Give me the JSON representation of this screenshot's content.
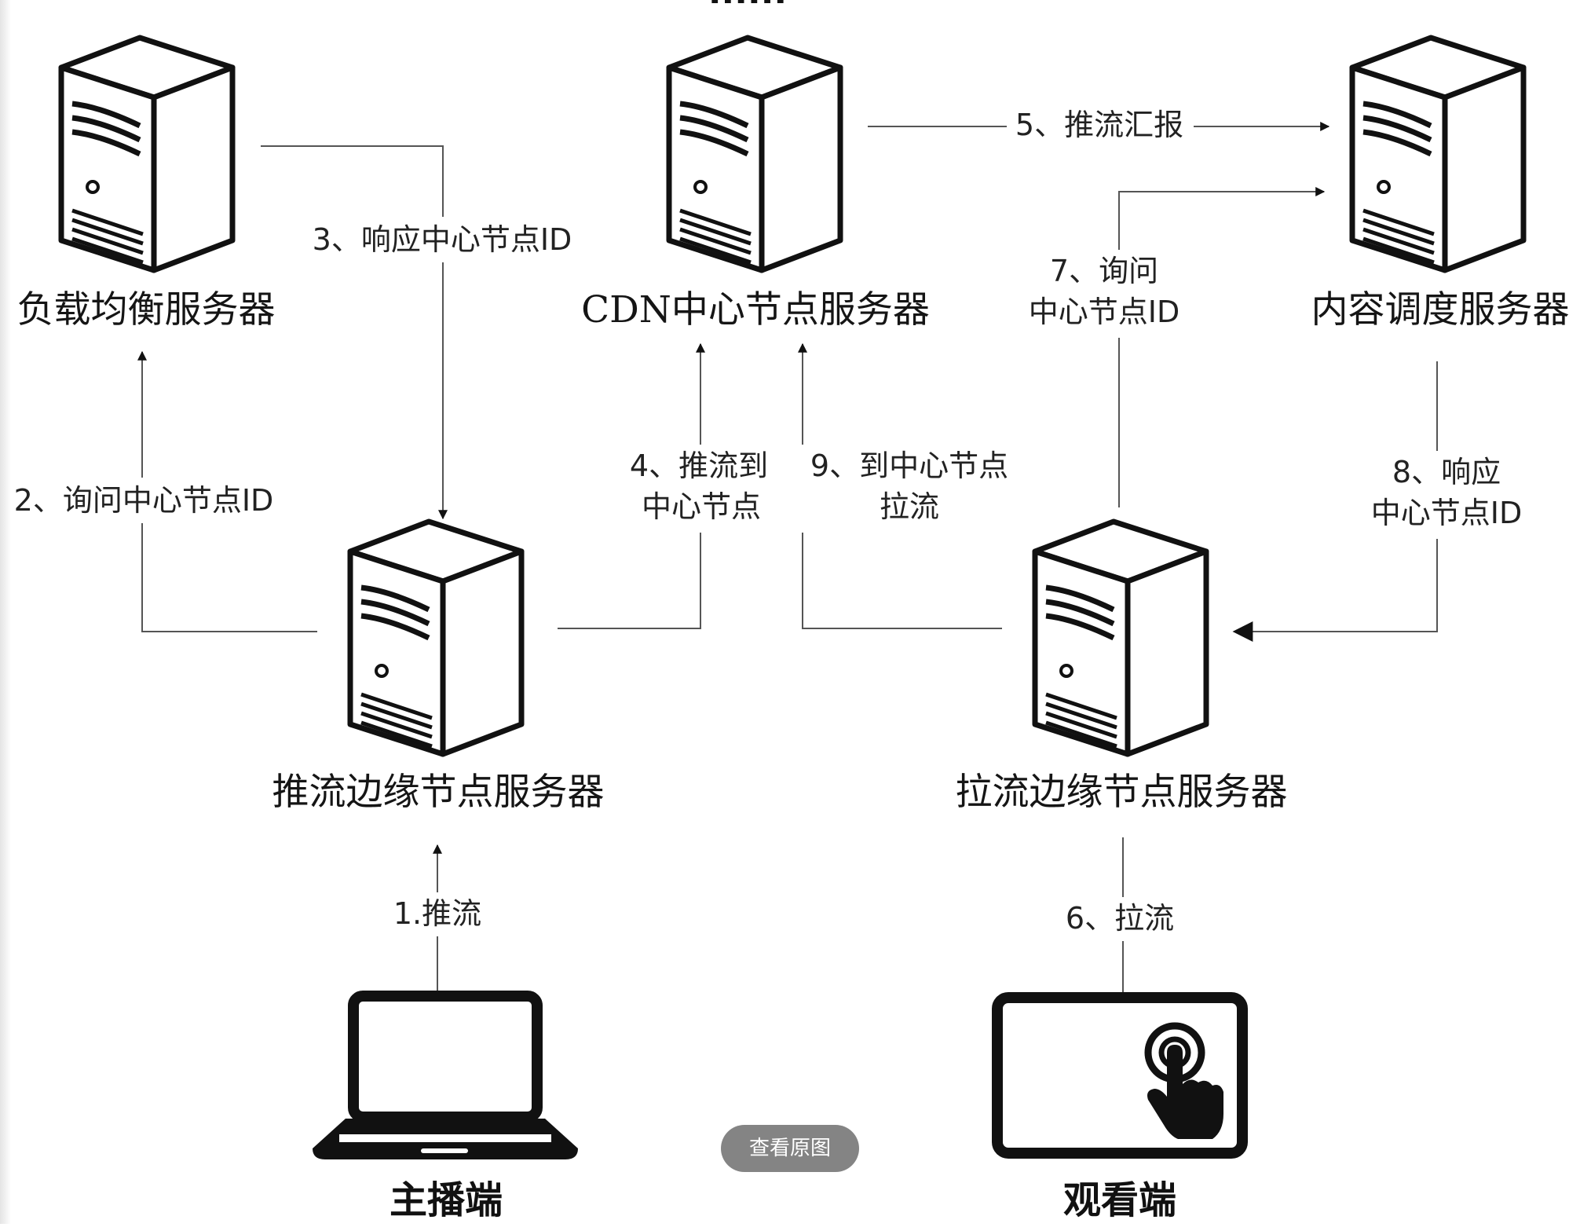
{
  "top_ellipsis": "......",
  "servers": {
    "load_balancer": "负载均衡服务器",
    "cdn_center": "CDN中心节点服务器",
    "content_scheduler": "内容调度服务器",
    "push_edge": "推流边缘节点服务器",
    "pull_edge": "拉流边缘节点服务器"
  },
  "devices": {
    "broadcaster": "主播端",
    "viewer": "观看端"
  },
  "steps": {
    "s1": "1.推流",
    "s2": "2、询问中心节点ID",
    "s3": "3、响应中心节点ID",
    "s4_line1": "4、推流到",
    "s4_line2": "中心节点",
    "s5": "5、推流汇报",
    "s6": "6、拉流",
    "s7_line1": "7、询问",
    "s7_line2": "中心节点ID",
    "s8_line1": "8、响应",
    "s8_line2": "中心节点ID",
    "s9_line1": "9、到中心节点",
    "s9_line2": "拉流"
  },
  "view_original_button": "查看原图"
}
